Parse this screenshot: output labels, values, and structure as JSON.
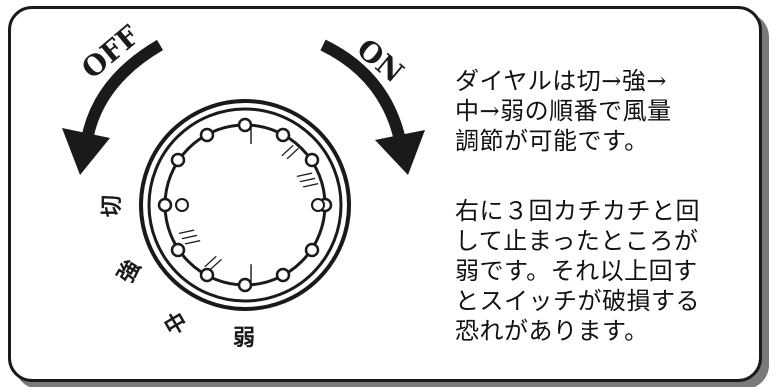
{
  "labels": {
    "off": "OFF",
    "on": "ON",
    "kiri": "切",
    "kyou": "強",
    "naka": "中",
    "jaku": "弱"
  },
  "tick_marks": {
    "mark_1": "|",
    "mark_2": "//",
    "mark_3": "///"
  },
  "instructions": {
    "para1": "ダイヤルは切→強→\n中→弱の順番で風量\n調節が可能です。",
    "para2": "右に３回カチカチと回\nして止まったところが\n弱です。それ以上回す\nとスイッチが破損する\n恐れがあります。"
  },
  "colors": {
    "ink": "#1a1a1a",
    "shadow": "#7a7a7a",
    "background": "#ffffff"
  }
}
